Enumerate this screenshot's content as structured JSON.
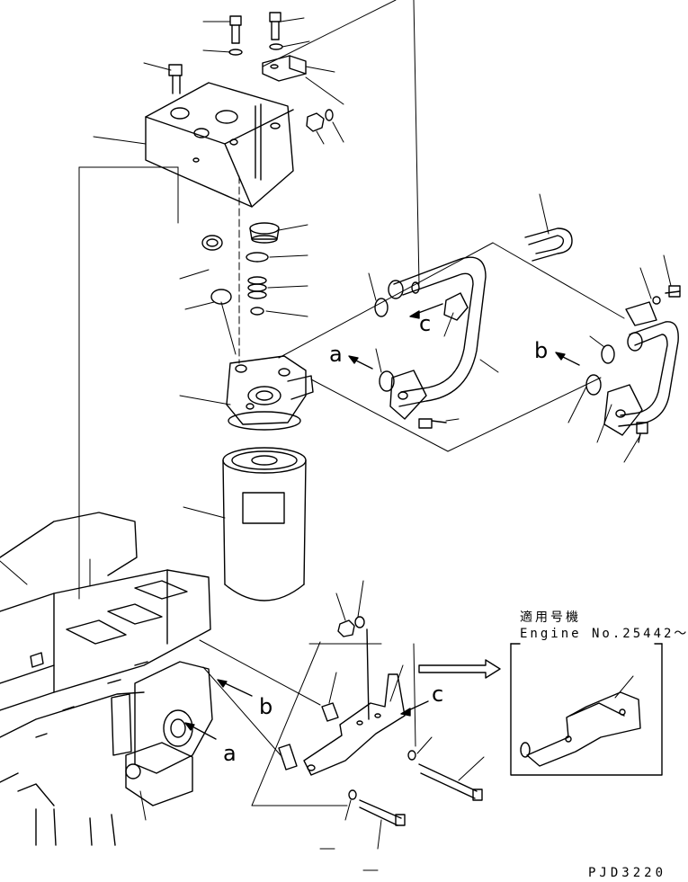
{
  "diagram": {
    "callouts": {
      "a_left": "a",
      "b_left": "b",
      "a_upper": "a",
      "b_upper": "b",
      "c_upper": "c",
      "c_bracket": "c"
    },
    "inset": {
      "title": "適用号機",
      "engine": "Engine No.25442～"
    },
    "ref_code": "PJD3220"
  }
}
